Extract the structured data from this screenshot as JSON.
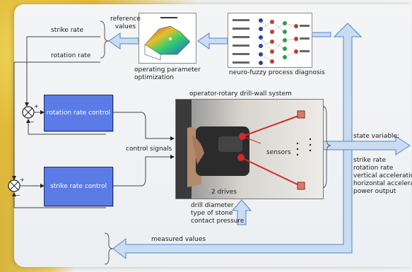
{
  "labels": {
    "strike_rate": "strike rate",
    "rotation_rate": "rotation rate",
    "reference_values_line1": "reference",
    "reference_values_line2": "values",
    "operating_param_line1": "operating parameter",
    "operating_param_line2": "optimization",
    "neuro_fuzzy": "neuro-fuzzy process diagnosis",
    "system_title": "operator-rotary drill-wall system",
    "control_signals": "control signals",
    "sensors": "sensors",
    "two_drives": "2 drives",
    "state_variable": "state variable:",
    "measured_values": "measured values",
    "sum_plus_top": "+",
    "sum_minus_top": "−",
    "sum_plus_bottom": "+",
    "sum_minus_bottom": "−"
  },
  "blocks": {
    "rotation_rate_control": "rotation rate control",
    "strike_rate_control": "strike rate control"
  },
  "disturbances": [
    "drill diameter",
    "type of stone",
    "contact pressure"
  ],
  "state_outputs": [
    "strike rate",
    "rotation rate",
    "vertical acceleration",
    "horizontal acceleration",
    "power output"
  ],
  "icons": {
    "ellipsis": "…",
    "sensor_marker": "square"
  },
  "colors": {
    "block_fill": "#5b7be6",
    "block_border": "#1b2f6e",
    "arrow_fill": "#c9dcf2",
    "arrow_stroke": "#4e86c9",
    "sensor_red": "#d42a2a",
    "background_gold": "#e2b93a"
  }
}
